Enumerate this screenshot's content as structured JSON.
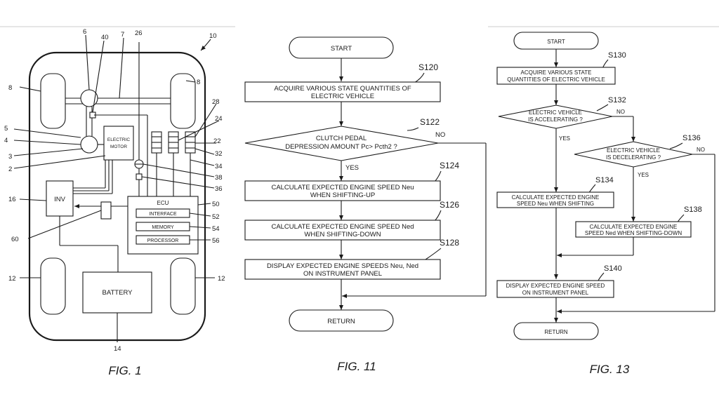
{
  "fig1": {
    "caption": "FIG. 1",
    "refs": {
      "r10": "10",
      "r6": "6",
      "r40": "40",
      "r7": "7",
      "r26": "26",
      "r8a": "8",
      "r8b": "8",
      "r28": "28",
      "r24": "24",
      "r22": "22",
      "r32": "32",
      "r34": "34",
      "r38": "38",
      "r36": "36",
      "r5": "5",
      "r4": "4",
      "r3": "3",
      "r2": "2",
      "r16": "16",
      "r60": "60",
      "r50": "50",
      "r52": "52",
      "r54": "54",
      "r56": "56",
      "r12a": "12",
      "r12b": "12",
      "r14": "14"
    },
    "motor_l1": "ELECTRIC",
    "motor_l2": "MOTOR",
    "inv": "INV",
    "ecu": "ECU",
    "interface": "INTERFACE",
    "memory": "MEMORY",
    "processor": "PROCESSOR",
    "battery": "BATTERY"
  },
  "fig11": {
    "caption": "FIG. 11",
    "start": "START",
    "s120": "S120",
    "acq1": "ACQUIRE VARIOUS STATE QUANTITIES OF",
    "acq2": "ELECTRIC VEHICLE",
    "s122": "S122",
    "dec1": "CLUTCH PEDAL",
    "dec2": "DEPRESSION AMOUNT Pc> Pcth2 ?",
    "no": "NO",
    "yes": "YES",
    "s124": "S124",
    "up1": "CALCULATE EXPECTED ENGINE SPEED Neu",
    "up2": "WHEN SHIFTING-UP",
    "s126": "S126",
    "dn1": "CALCULATE EXPECTED ENGINE SPEED Ned",
    "dn2": "WHEN SHIFTING-DOWN",
    "s128": "S128",
    "disp1": "DISPLAY EXPECTED ENGINE SPEEDS Neu, Ned",
    "disp2": "ON INSTRUMENT PANEL",
    "ret": "RETURN"
  },
  "fig13": {
    "caption": "FIG. 13",
    "start": "START",
    "s130": "S130",
    "acq1": "ACQUIRE VARIOUS STATE",
    "acq2": "QUANTITIES OF ELECTRIC VEHICLE",
    "s132": "S132",
    "acc1": "ELECTRIC VEHICLE",
    "acc2": "IS ACCELERATING ?",
    "no1": "NO",
    "yes1": "YES",
    "s136": "S136",
    "dec1": "ELECTRIC VEHICLE",
    "dec2": "IS DECELERATING ?",
    "no2": "NO",
    "yes2": "YES",
    "s134": "S134",
    "c1a": "CALCULATE EXPECTED ENGINE",
    "c1b": "SPEED Neu WHEN SHIFTING",
    "s138": "S138",
    "c2a": "CALCULATE EXPECTED ENGINE",
    "c2b": "SPEED Ned WHEN SHIFTING-DOWN",
    "s140": "S140",
    "d1": "DISPLAY EXPECTED ENGINE SPEED",
    "d2": "ON INSTRUMENT PANEL",
    "ret": "RETURN"
  }
}
